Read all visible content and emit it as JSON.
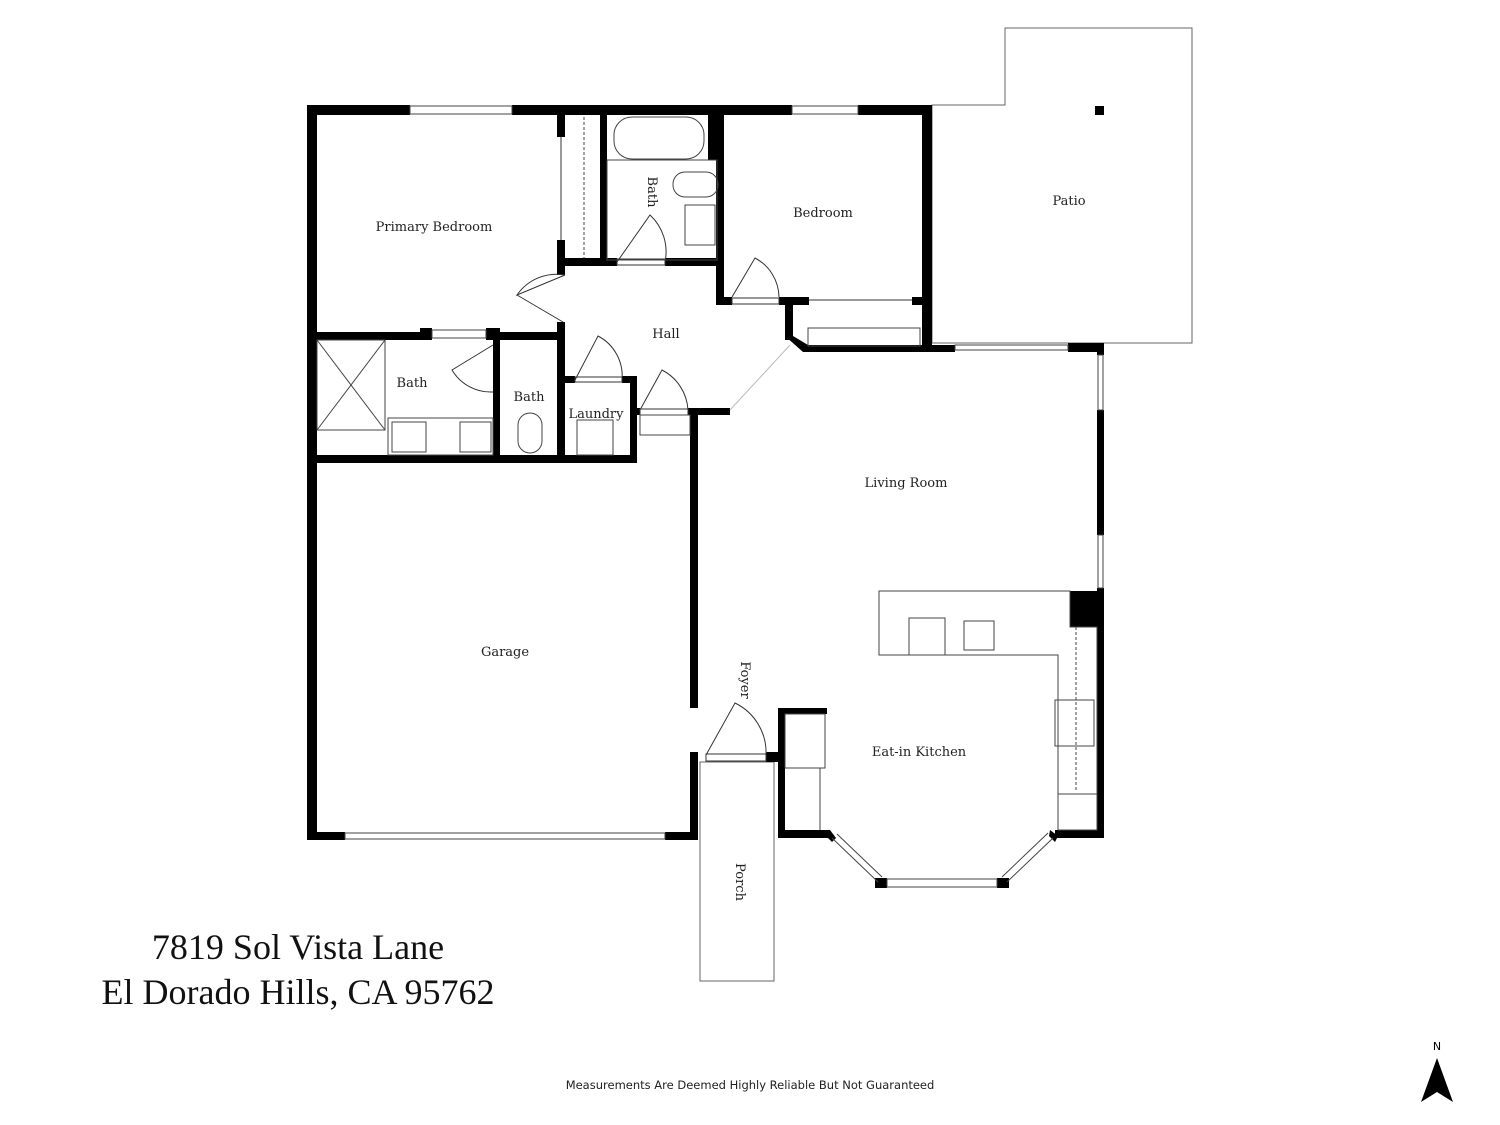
{
  "rooms": {
    "primary_bedroom": "Primary Bedroom",
    "bath_upper": "Bath",
    "bedroom": "Bedroom",
    "patio": "Patio",
    "hall": "Hall",
    "primary_bath": "Bath",
    "hall_bath": "Bath",
    "laundry": "Laundry",
    "living_room": "Living Room",
    "garage": "Garage",
    "foyer": "Foyer",
    "kitchen": "Eat-in Kitchen",
    "porch": "Porch"
  },
  "address": {
    "line1": "7819 Sol Vista Lane",
    "line2": "El Dorado Hills, CA  95762"
  },
  "disclaimer": "Measurements Are Deemed Highly Reliable But Not Guaranteed",
  "compass": {
    "label": "N",
    "icon": "north-arrow-icon"
  },
  "colors": {
    "wall": "#000000",
    "line": "#555555"
  }
}
